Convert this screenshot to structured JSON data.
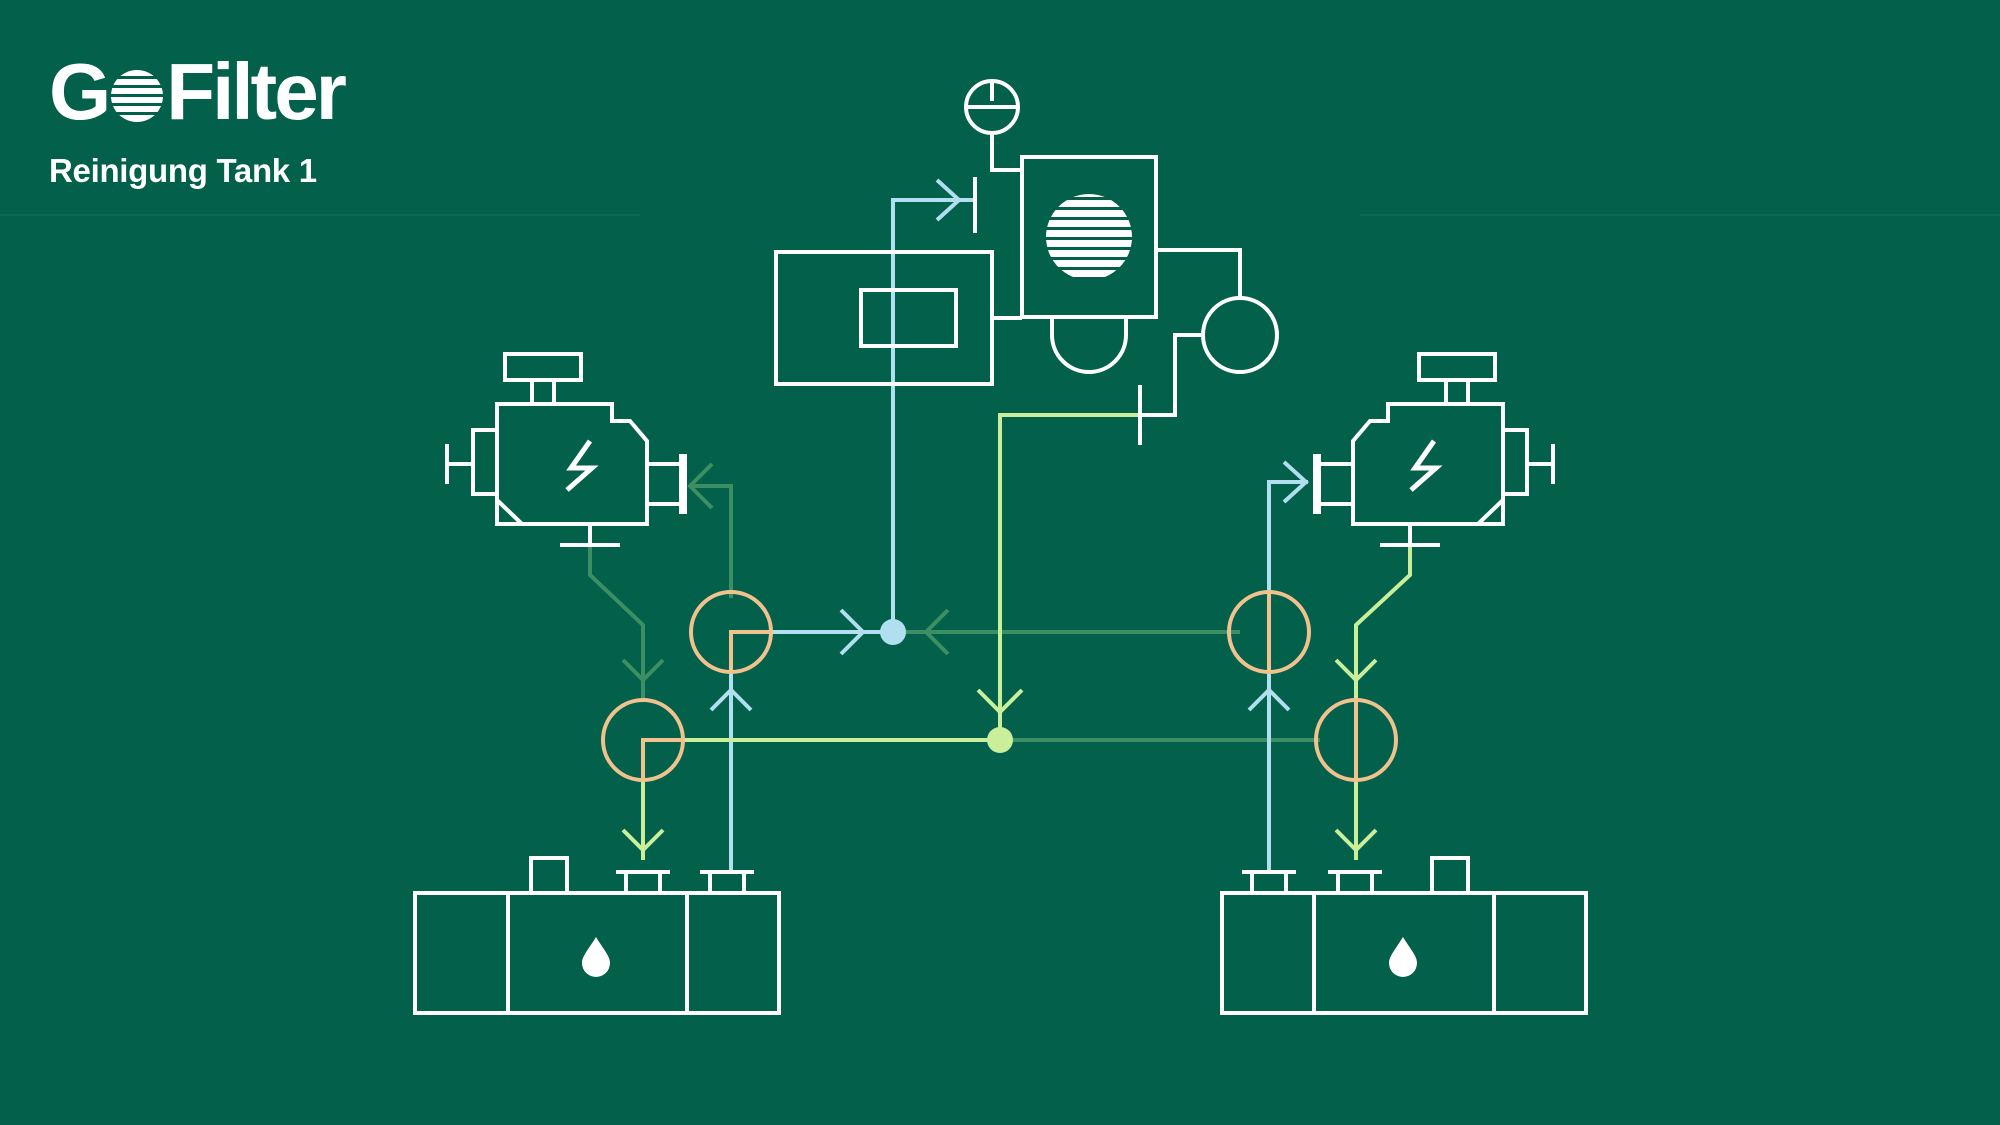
{
  "brand": {
    "logo_g": "G",
    "logo_rest": "Filter",
    "subtitle": "Reinigung Tank 1"
  },
  "colors": {
    "background": "#02604b",
    "outline": "#ffffff",
    "line_blue": "#b2dff0",
    "line_green": "#c9ef9a",
    "line_dim_green": "#3b8f63",
    "valve_orange": "#f2c28e"
  },
  "icons": [
    "motor-pump-icon",
    "lightning-icon",
    "oil-drop-icon",
    "pressure-gauge-icon",
    "filter-icon",
    "valve-icon",
    "tank-icon"
  ]
}
